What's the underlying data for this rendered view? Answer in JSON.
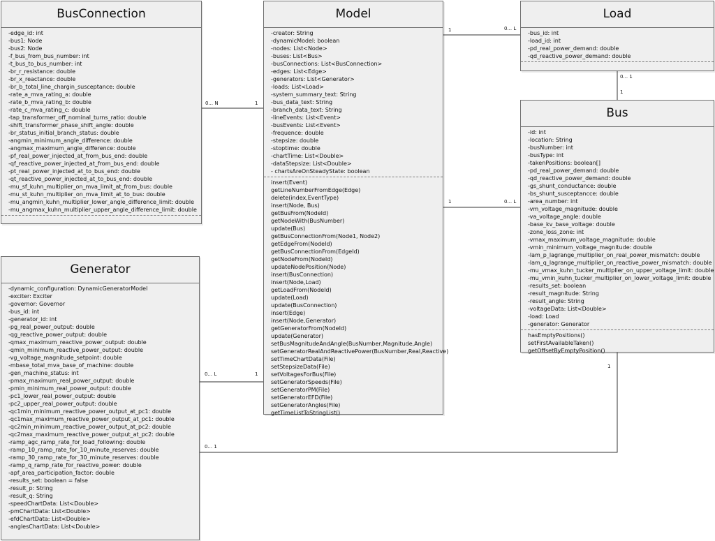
{
  "classes": {
    "busconnection": {
      "name": "BusConnection",
      "attributes": [
        "-edge_id: int",
        "-bus1: Node",
        "-bus2: Node",
        "-f_bus_from_bus_number: int",
        "-t_bus_to_bus_number: int",
        "-br_r_resistance: double",
        "-br_x_reactance: double",
        "-br_b_total_line_chargin_susceptance: double",
        "-rate_a_mva_rating_a: double",
        "-rate_b_mva_rating_b: double",
        "-rate_c_mva_rating_c: double",
        "-tap_transformer_off_nominal_turns_ratio: double",
        "-shift_transformer_phase_shift_angle: double",
        "-br_status_initial_branch_status: double",
        "-angmin_minimum_angle_difference: double",
        "-angmax_maximum_angle_difference: double",
        "-pf_real_power_injected_at_from_bus_end: double",
        "-qf_reactive_power_injected_at_from_bus_end: double",
        "-pt_real_power_injected_at_to_bus_end: double",
        "-qt_reactive_power_injected_at_to_bus_end: double",
        "-mu_sf_kuhn_multiplier_on_mva_limit_at_from_bus: double",
        "-mu_st_kuhn_multiplier_on_mva_limit_at_to_bus: double",
        "-mu_angmin_kuhn_multiplier_lower_angle_difference_limit: double",
        "-mu_angmax_kuhn_multiplier_upper_angle_difference_limit: double"
      ]
    },
    "model": {
      "name": "Model",
      "attributes": [
        "-creator: String",
        "-dynamicModel: boolean",
        "-nodes: List<Node>",
        "-buses: List<Bus>",
        "-busConnections: List<BusConnection>",
        "-edges: List<Edge>",
        "-generators: List<Generator>",
        "-loads: List<Load>",
        "-system_summary_text: String",
        "-bus_data_text: String",
        "-branch_data_text: String",
        "-lineEvents: List<Event>",
        "-busEvents: List<Event>",
        "-frequence: double",
        "-stepsize: double",
        "-stoptime: double",
        "-chartTime: List<Double>",
        "-dataStepsize: List<Double>",
        "- chartsAreOnSteadyState: boolean"
      ],
      "methods": [
        "insert(Event)",
        "getLineNumberFromEdge(Edge)",
        "delete(index,EventType)",
        "insert(Node, Bus)",
        "getBusFrom(NodeId)",
        "getNodeWith(BusNumber)",
        "update(Bus)",
        "getBusConnectionFrom(Node1, Node2)",
        "getEdgeFrom(NodeId)",
        "getBusConnectionFrom(EdgeId)",
        "getNodeFrom(NodeId)",
        "updateNodePosition(Node)",
        "insert(BusConnection)",
        "insert(Node,Load)",
        "getLoadFrom(NodeId)",
        "update(Load)",
        "update(BusConnection)",
        "insert(Edge)",
        "insert(Node,Generator)",
        "getGeneratorFrom(NodeId)",
        "update(Generator)",
        "setBusMagnitudeAndAngle(BusNumber,Magnitude,Angle)",
        "setGeneratorRealAndReactivePower(BusNumber,Real,Reactive)",
        "setTimeChartData(File)",
        "setStepsizeData(File)",
        "setVoltagesForBus(File)",
        "setGeneratorSpeeds(File)",
        "setGeneratorPM(File)",
        "setGeneratorEFD(File)",
        "setGeneratorAngles(File)",
        "getTimeListToStringList()"
      ]
    },
    "load": {
      "name": "Load",
      "attributes": [
        "-bus_id: int",
        "-load_id: int",
        "-pd_real_power_demand: double",
        "-qd_reactive_power_demand: double"
      ]
    },
    "bus": {
      "name": "Bus",
      "attributes": [
        "-id: int",
        "-location: String",
        "-busNumber: int",
        "-busType: int",
        "-takenPositions: boolean[]",
        "-pd_real_power_demand: double",
        "-qd_reactive_power_demand: double",
        "-gs_shunt_conductance: double",
        "-bs_shunt_susceptancce: double",
        "-area_number: int",
        "-vm_voltage_magnitude: double",
        "-va_voltage_angle: double",
        "-base_kv_base_voltage: double",
        "-zone_loss_zone: int",
        "-vmax_maximum_voltage_magnitude: double",
        "-vmin_minimum_voltage_magnitude: double",
        "-lam_p_lagrange_multiplier_on_real_power_mismatch: double",
        "-lam_q_lagrange_multiplier_on_reactive_power_mismatch: double",
        "-mu_vmax_kuhn_tucker_multiplier_on_upper_voltage_limit: double",
        "-mu_vmin_kuhn_tucker_multiplier_on_lower_voltage_limit: double",
        "-results_set: boolean",
        "-result_magnitude: String",
        "-result_angle: String",
        "-voltageData: List<Double>",
        "-load: Load",
        "-generator: Generator"
      ],
      "methods": [
        "hasEmptyPositions()",
        "setFirstAvailableTaken()",
        "getOffsetByEmptyPosition()"
      ]
    },
    "generator": {
      "name": "Generator",
      "attributes": [
        "-dynamic_configuration: DynamicGeneratorModel",
        "-exciter: Exciter",
        "-governor: Governor",
        "-bus_id: int",
        "-generator_id: int",
        "-pg_real_power_output: double",
        "-qg_reactive_power_output: double",
        "-qmax_maximum_reactive_power_output: double",
        "-qmin_minimum_reactive_power_output: double",
        "-vg_voltage_magnitude_setpoint: double",
        "-mbase_total_mva_base_of_machine: double",
        "-gen_machine_status: int",
        "-pmax_maximum_real_power_output: double",
        "-pmin_minimum_real_power_output: double",
        "-pc1_lower_real_power_output: double",
        "-pc2_upper_real_power_output: double",
        "-qc1min_minimum_reactive_power_output_at_pc1: double",
        "-qc1max_maximum_reactive_power_output_at_pc1: double",
        "-qc2min_minimum_reactive_power_output_at_pc2: double",
        "-qc2max_maximum_reactive_power_output_at_pc2: double",
        "-ramp_agc_ramp_rate_for_load_following: double",
        "-ramp_10_ramp_rate_for_10_minute_reserves: double",
        "-ramp_30_ramp_rate_for_30_minute_reserves: double",
        "-ramp_q_ramp_rate_for_reactive_power: double",
        "-apf_area_participation_factor: double",
        "-results_set: boolean = false",
        "-result_p: String",
        "-result_q: String",
        "-speedChartData: List<Double>",
        "-pmChartData: List<Double>",
        "-efdChartData: List<Double>",
        "-anglesChartData: List<Double>"
      ]
    }
  },
  "multiplicities": {
    "busconnection_side": "0... N",
    "model_side_busconnection": "1",
    "model_side_load": "1",
    "load_side_model": "0... L",
    "load_side_bus": "0... 1",
    "bus_side_load": "1",
    "model_side_bus": "1",
    "bus_side_model": "0... L",
    "generator_side_model": "0... L",
    "model_side_generator": "1",
    "generator_side_bus": "0... 1",
    "bus_side_generator": "1"
  }
}
